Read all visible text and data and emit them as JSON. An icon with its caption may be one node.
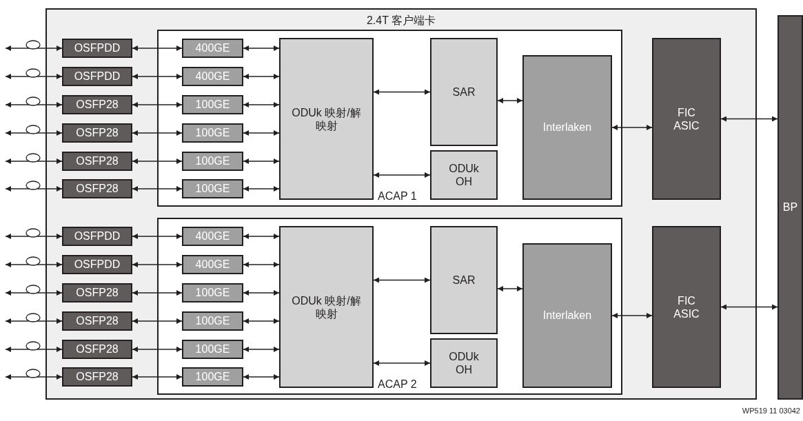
{
  "diagram": {
    "nodes": [
      {
        "text": [
          "2.4T 客户端卡"
        ]
      },
      {
        "text": [
          "OSFPDD"
        ],
        "in": 0
      },
      {
        "text": [
          "OSFPDD"
        ],
        "in": 0
      },
      {
        "text": [
          "OSFP28"
        ],
        "in": 0
      },
      {
        "text": [
          "OSFP28"
        ],
        "in": 0
      },
      {
        "text": [
          "OSFP28"
        ],
        "in": 0
      },
      {
        "text": [
          "OSFP28"
        ],
        "in": 0
      },
      {
        "text": [
          "ACAP 1"
        ],
        "in": 0
      },
      {
        "text": [
          "400GE"
        ],
        "in": 7
      },
      {
        "text": [
          "400GE"
        ],
        "in": 7
      },
      {
        "text": [
          "100GE"
        ],
        "in": 7
      },
      {
        "text": [
          "100GE"
        ],
        "in": 7
      },
      {
        "text": [
          "100GE"
        ],
        "in": 7
      },
      {
        "text": [
          "100GE"
        ],
        "in": 7
      },
      {
        "text": [
          "ODUk 映射/解映射"
        ],
        "in": 7
      },
      {
        "text": [
          "SAR"
        ],
        "in": 7
      },
      {
        "text": [
          "ODUk OH"
        ],
        "in": 7
      },
      {
        "text": [
          "Interlaken"
        ],
        "in": 7
      },
      {
        "text": [
          "FIC ASIC"
        ],
        "in": 0
      },
      {
        "text": [
          "OSFPDD"
        ],
        "in": 0
      },
      {
        "text": [
          "OSFPDD"
        ],
        "in": 0
      },
      {
        "text": [
          "OSFP28"
        ],
        "in": 0
      },
      {
        "text": [
          "OSFP28"
        ],
        "in": 0
      },
      {
        "text": [
          "OSFP28"
        ],
        "in": 0
      },
      {
        "text": [
          "OSFP28"
        ],
        "in": 0
      },
      {
        "text": [
          "ACAP 2"
        ],
        "in": 0
      },
      {
        "text": [
          "400GE"
        ],
        "in": 25
      },
      {
        "text": [
          "400GE"
        ],
        "in": 25
      },
      {
        "text": [
          "100GE"
        ],
        "in": 25
      },
      {
        "text": [
          "100GE"
        ],
        "in": 25
      },
      {
        "text": [
          "100GE"
        ],
        "in": 25
      },
      {
        "text": [
          "100GE"
        ],
        "in": 25
      },
      {
        "text": [
          "ODUk 映射/解映射"
        ],
        "in": 25
      },
      {
        "text": [
          "SAR"
        ],
        "in": 25
      },
      {
        "text": [
          "ODUk OH"
        ],
        "in": 25
      },
      {
        "text": [
          "Interlaken"
        ],
        "in": 25
      },
      {
        "text": [
          "FIC ASIC"
        ],
        "in": 0
      },
      {
        "text": [
          "BP"
        ]
      }
    ],
    "edges": [
      {
        "from": null,
        "to": 1,
        "arrow": "both"
      },
      {
        "from": null,
        "to": 2,
        "arrow": "both"
      },
      {
        "from": null,
        "to": 3,
        "arrow": "both"
      },
      {
        "from": null,
        "to": 4,
        "arrow": "both"
      },
      {
        "from": null,
        "to": 5,
        "arrow": "both"
      },
      {
        "from": null,
        "to": 6,
        "arrow": "both"
      },
      {
        "from": 1,
        "to": 8,
        "arrow": "both"
      },
      {
        "from": 2,
        "to": 9,
        "arrow": "both"
      },
      {
        "from": 3,
        "to": 10,
        "arrow": "both"
      },
      {
        "from": 4,
        "to": 11,
        "arrow": "both"
      },
      {
        "from": 5,
        "to": 12,
        "arrow": "both"
      },
      {
        "from": 6,
        "to": 13,
        "arrow": "both"
      },
      {
        "from": 8,
        "to": 14,
        "arrow": "both"
      },
      {
        "from": 9,
        "to": 14,
        "arrow": "both"
      },
      {
        "from": 10,
        "to": 14,
        "arrow": "both"
      },
      {
        "from": 11,
        "to": 14,
        "arrow": "both"
      },
      {
        "from": 12,
        "to": 14,
        "arrow": "both"
      },
      {
        "from": 13,
        "to": 14,
        "arrow": "both"
      },
      {
        "from": 14,
        "to": 15,
        "arrow": "both"
      },
      {
        "from": 14,
        "to": 16,
        "arrow": "both"
      },
      {
        "from": 15,
        "to": 17,
        "arrow": "both"
      },
      {
        "from": 17,
        "to": 18,
        "arrow": "both"
      },
      {
        "from": 18,
        "to": 37,
        "arrow": "both"
      },
      {
        "from": null,
        "to": 19,
        "arrow": "both"
      },
      {
        "from": null,
        "to": 20,
        "arrow": "both"
      },
      {
        "from": null,
        "to": 21,
        "arrow": "both"
      },
      {
        "from": null,
        "to": 22,
        "arrow": "both"
      },
      {
        "from": null,
        "to": 23,
        "arrow": "both"
      },
      {
        "from": null,
        "to": 24,
        "arrow": "both"
      },
      {
        "from": 19,
        "to": 26,
        "arrow": "both"
      },
      {
        "from": 20,
        "to": 27,
        "arrow": "both"
      },
      {
        "from": 21,
        "to": 28,
        "arrow": "both"
      },
      {
        "from": 22,
        "to": 29,
        "arrow": "both"
      },
      {
        "from": 23,
        "to": 30,
        "arrow": "both"
      },
      {
        "from": 24,
        "to": 31,
        "arrow": "both"
      },
      {
        "from": 26,
        "to": 32,
        "arrow": "both"
      },
      {
        "from": 27,
        "to": 32,
        "arrow": "both"
      },
      {
        "from": 28,
        "to": 32,
        "arrow": "both"
      },
      {
        "from": 29,
        "to": 32,
        "arrow": "both"
      },
      {
        "from": 30,
        "to": 32,
        "arrow": "both"
      },
      {
        "from": 31,
        "to": 32,
        "arrow": "both"
      },
      {
        "from": 32,
        "to": 33,
        "arrow": "both"
      },
      {
        "from": 32,
        "to": 34,
        "arrow": "both"
      },
      {
        "from": 33,
        "to": 35,
        "arrow": "both"
      },
      {
        "from": 35,
        "to": 36,
        "arrow": "both"
      },
      {
        "from": 36,
        "to": 37,
        "arrow": "both"
      }
    ],
    "labels": [
      "WP519 11 03042"
    ]
  }
}
